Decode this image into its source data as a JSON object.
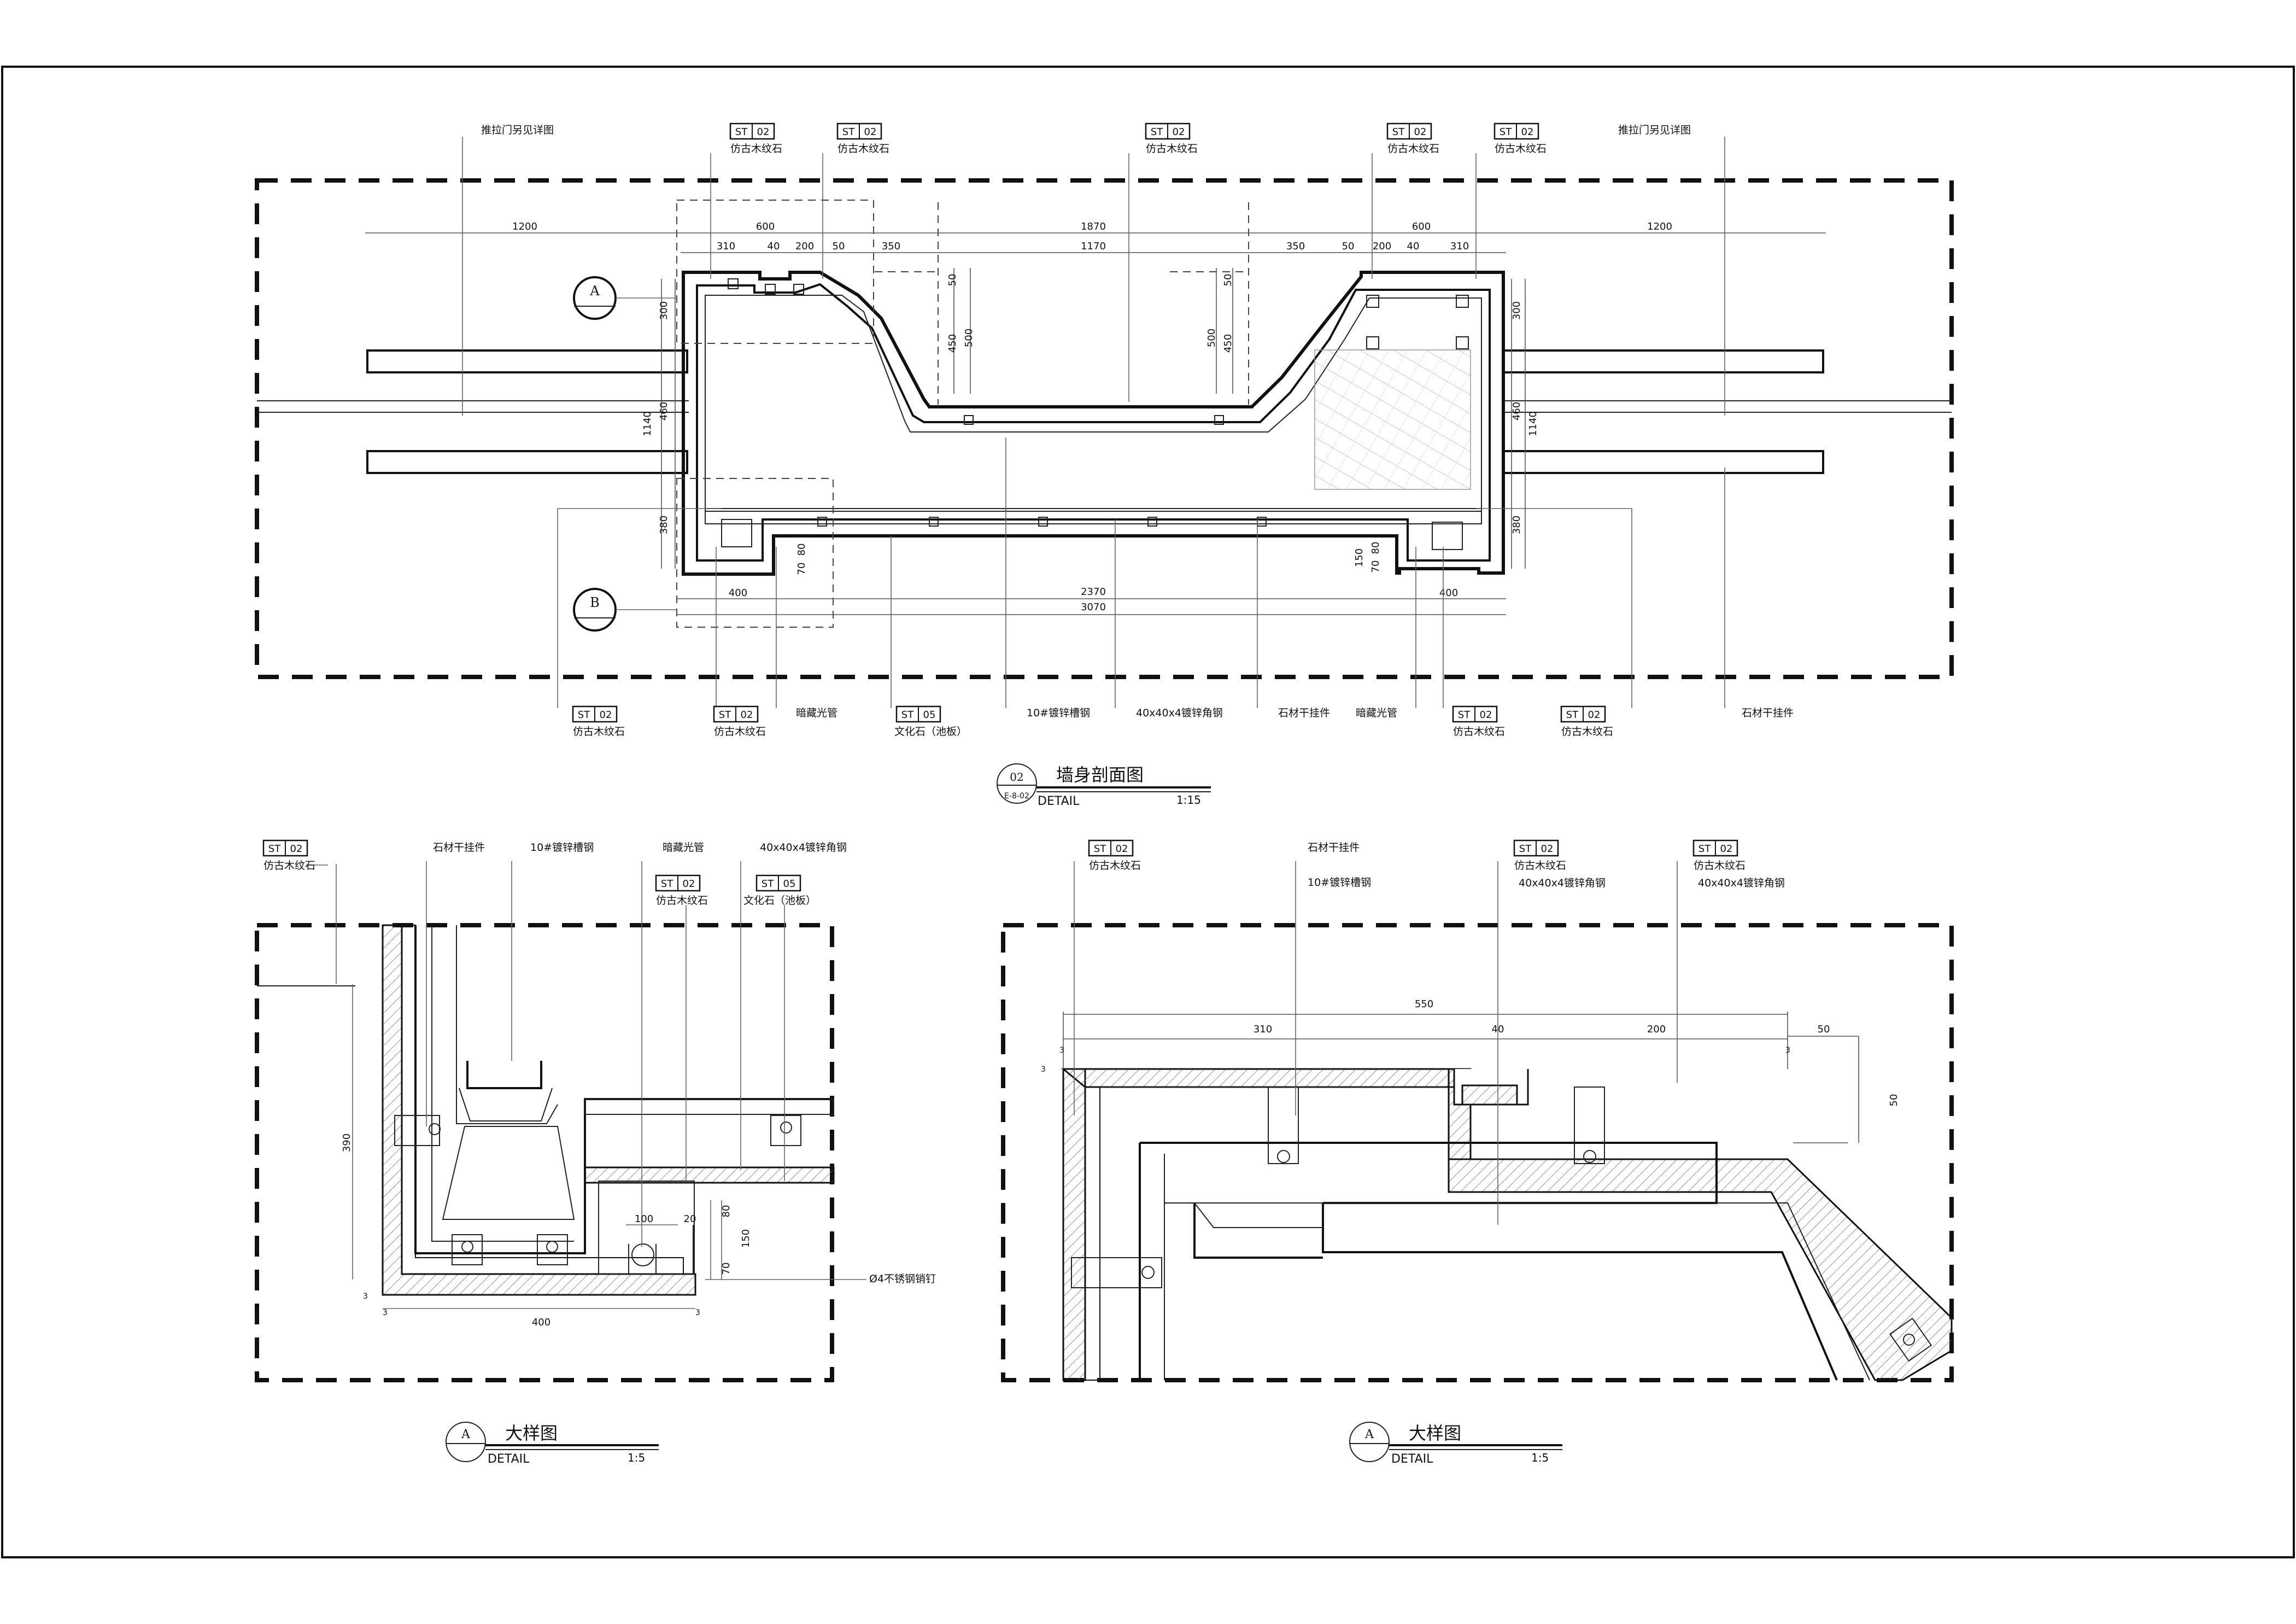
{
  "frame": {},
  "main_section": {
    "title": "墙身剖面图",
    "subtitle": "DETAIL",
    "scale": "1:15",
    "number": "02",
    "sheet": "E-8-02",
    "top_tags": [
      {
        "code": "ST",
        "num": "02",
        "desc": "仿古木纹石"
      },
      {
        "code": "ST",
        "num": "02",
        "desc": "仿古木纹石"
      },
      {
        "code": "ST",
        "num": "02",
        "desc": "仿古木纹石"
      },
      {
        "code": "ST",
        "num": "02",
        "desc": "仿古木纹石"
      },
      {
        "code": "ST",
        "num": "02",
        "desc": "仿古木纹石"
      }
    ],
    "top_notes": [
      "推拉门另见详图",
      "推拉门另见详图"
    ],
    "bottom_tags": [
      {
        "code": "ST",
        "num": "02",
        "desc": "仿古木纹石"
      },
      {
        "code": "ST",
        "num": "02",
        "desc": "仿古木纹石"
      },
      {
        "code": "ST",
        "num": "05",
        "desc": "文化石（池板）"
      },
      {
        "code": "ST",
        "num": "02",
        "desc": "仿古木纹石"
      },
      {
        "code": "ST",
        "num": "02",
        "desc": "仿古木纹石"
      }
    ],
    "bottom_notes": [
      "暗藏光管",
      "10#镀锌槽钢",
      "40x40x4镀锌角钢",
      "石材干挂件",
      "暗藏光管",
      "石材干挂件"
    ],
    "dims_top_outer": [
      "1200",
      "600",
      "1870",
      "600",
      "1200"
    ],
    "dims_top_inner": [
      "310",
      "40",
      "200",
      "50",
      "350",
      "1170",
      "350",
      "50",
      "200",
      "40",
      "310"
    ],
    "dims_vertical": [
      "50",
      "450",
      "500",
      "500",
      "450",
      "50"
    ],
    "dims_left": [
      "300",
      "460",
      "1140",
      "380"
    ],
    "dims_right": [
      "300",
      "460",
      "1140",
      "380"
    ],
    "dims_bottom": [
      "400",
      "2370",
      "3070",
      "400"
    ],
    "dims_small": [
      "70",
      "80",
      "150",
      "70",
      "80"
    ],
    "callout_a": "A",
    "callout_b": "B"
  },
  "detail_left": {
    "title": "大样图",
    "subtitle": "DETAIL",
    "scale": "1:5",
    "marker": "A",
    "tags": [
      {
        "code": "ST",
        "num": "02",
        "desc": "仿古木纹石"
      },
      {
        "code": "ST",
        "num": "02",
        "desc": "仿古木纹石"
      },
      {
        "code": "ST",
        "num": "05",
        "desc": "文化石（池板）"
      }
    ],
    "notes": [
      "石材干挂件",
      "10#镀锌槽钢",
      "暗藏光管",
      "40x40x4镀锌角钢"
    ],
    "pin_note": "Ø4不锈钢销钉",
    "dims": [
      "390",
      "400",
      "100",
      "20",
      "80",
      "70",
      "150",
      "3",
      "3",
      "3"
    ]
  },
  "detail_right": {
    "title": "大样图",
    "subtitle": "DETAIL",
    "scale": "1:5",
    "marker": "A",
    "tags": [
      {
        "code": "ST",
        "num": "02",
        "desc": "仿古木纹石"
      },
      {
        "code": "ST",
        "num": "02",
        "desc": "40x40x4镀锌角钢"
      },
      {
        "code": "ST",
        "num": "02",
        "desc": "40x40x4镀锌角钢"
      }
    ],
    "notes": [
      "石材干挂件",
      "10#镀锌槽钢"
    ],
    "dims": [
      "550",
      "310",
      "40",
      "200",
      "50",
      "50",
      "3",
      "3",
      "3"
    ]
  }
}
